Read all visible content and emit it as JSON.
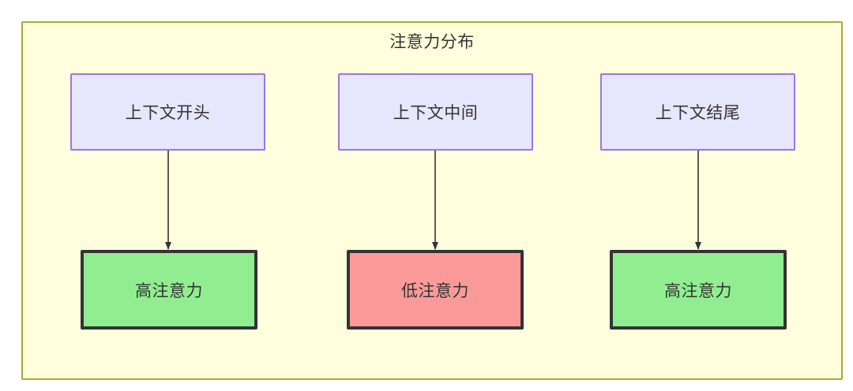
{
  "diagram": {
    "title": "注意力分布",
    "background_color": "#ffffde",
    "border_color": "#aaaa33",
    "nodes": {
      "context": [
        {
          "id": "context-start",
          "label": "上下文开头",
          "fill": "#e6e6fc",
          "stroke": "#9b77e0"
        },
        {
          "id": "context-middle",
          "label": "上下文中间",
          "fill": "#e6e6fc",
          "stroke": "#9b77e0"
        },
        {
          "id": "context-end",
          "label": "上下文结尾",
          "fill": "#e6e6fc",
          "stroke": "#9b77e0"
        }
      ],
      "attention": [
        {
          "id": "attention-high-start",
          "label": "高注意力",
          "fill": "#90ee90",
          "stroke": "#333333"
        },
        {
          "id": "attention-low-middle",
          "label": "低注意力",
          "fill": "#fc9a9a",
          "stroke": "#333333"
        },
        {
          "id": "attention-high-end",
          "label": "高注意力",
          "fill": "#90ee90",
          "stroke": "#333333"
        }
      ]
    },
    "edges": [
      {
        "from": "上下文开头",
        "to": "高注意力",
        "label": ""
      },
      {
        "from": "上下文中间",
        "to": "低注意力",
        "label": ""
      },
      {
        "from": "上下文结尾",
        "to": "高注意力",
        "label": ""
      }
    ]
  }
}
